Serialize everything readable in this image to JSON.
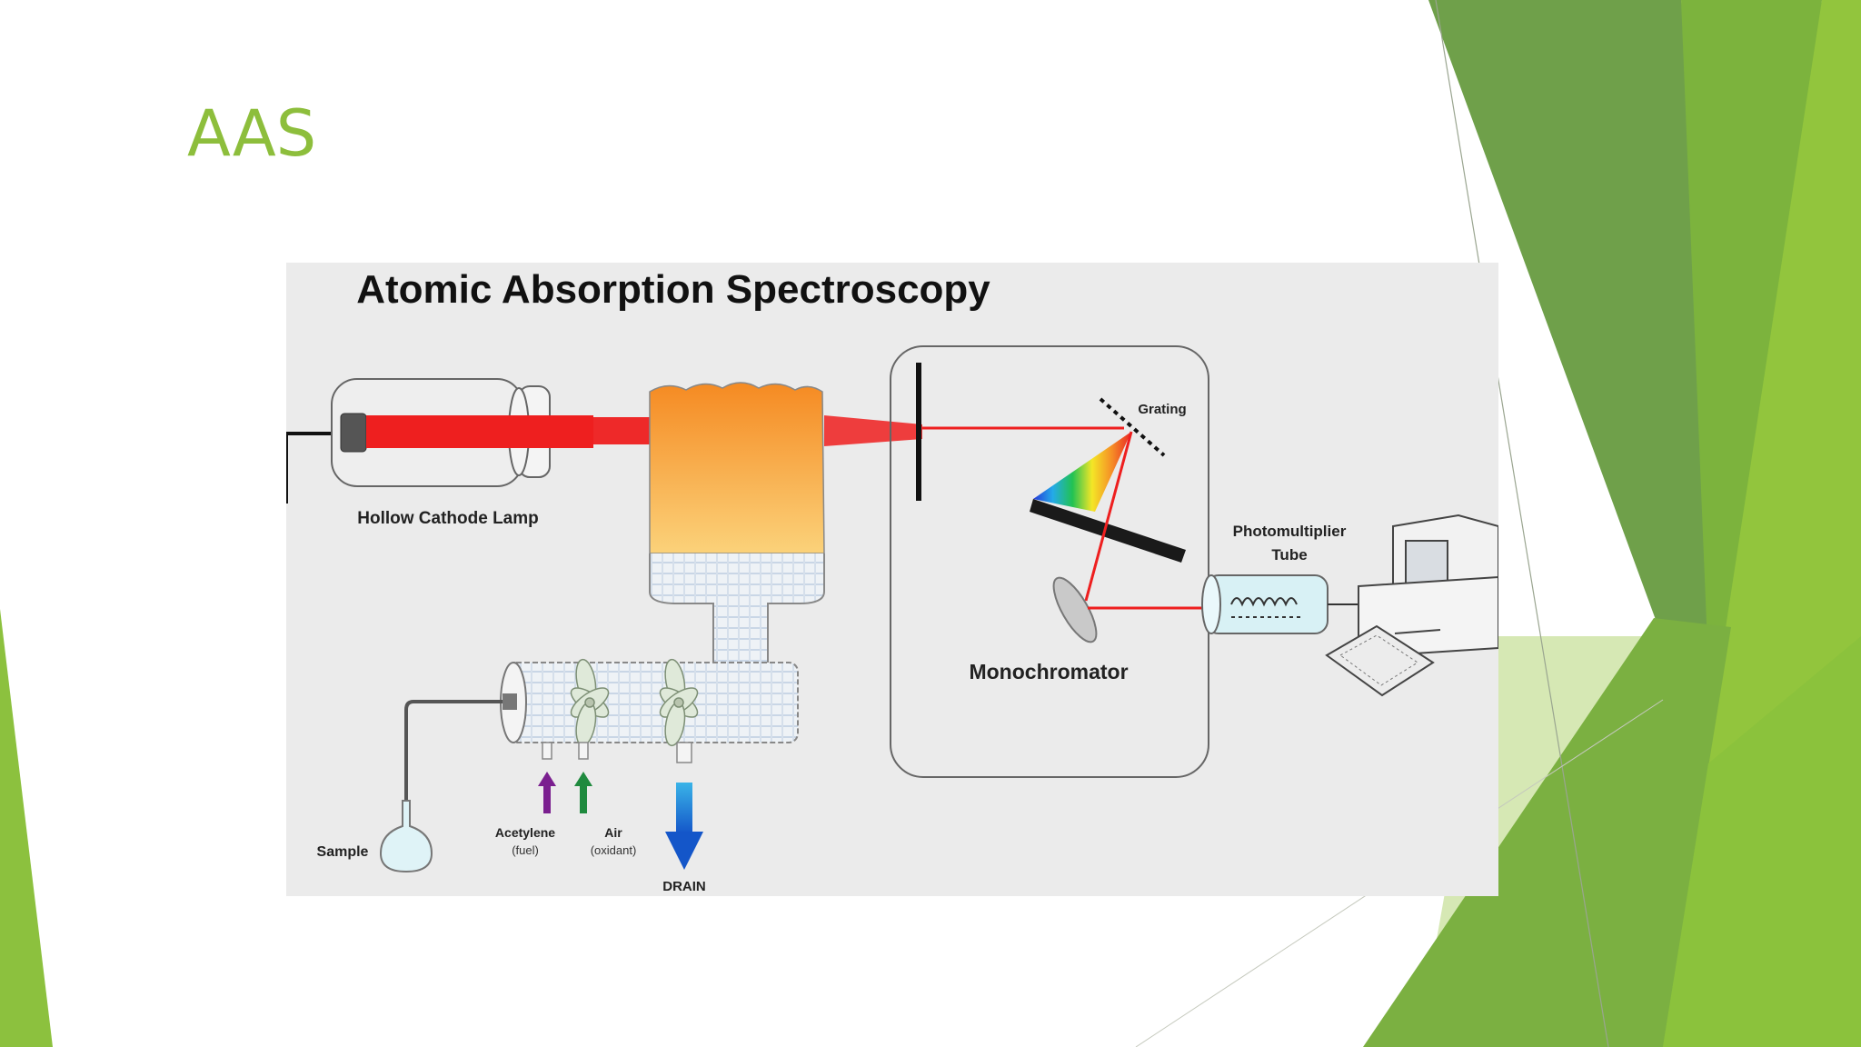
{
  "slide": {
    "title": "AAS"
  },
  "diagram": {
    "title": "Atomic Absorption Spectroscopy",
    "labels": {
      "lamp": "Hollow Cathode Lamp",
      "grating": "Grating",
      "pmt_line1": "Photomultiplier",
      "pmt_line2": "Tube",
      "monochromator": "Monochromator",
      "sample": "Sample",
      "fuel": "Acetylene",
      "fuel_note": "(fuel)",
      "oxidant": "Air",
      "oxidant_note": "(oxidant)",
      "drain": "DRAIN"
    }
  },
  "colors": {
    "theme_green": "#8dc13f",
    "title_green": "#8dbe3c",
    "beam_red": "#ef1d1d",
    "flame_orange": "#f7901e",
    "diagram_bg": "#ebebeb"
  }
}
